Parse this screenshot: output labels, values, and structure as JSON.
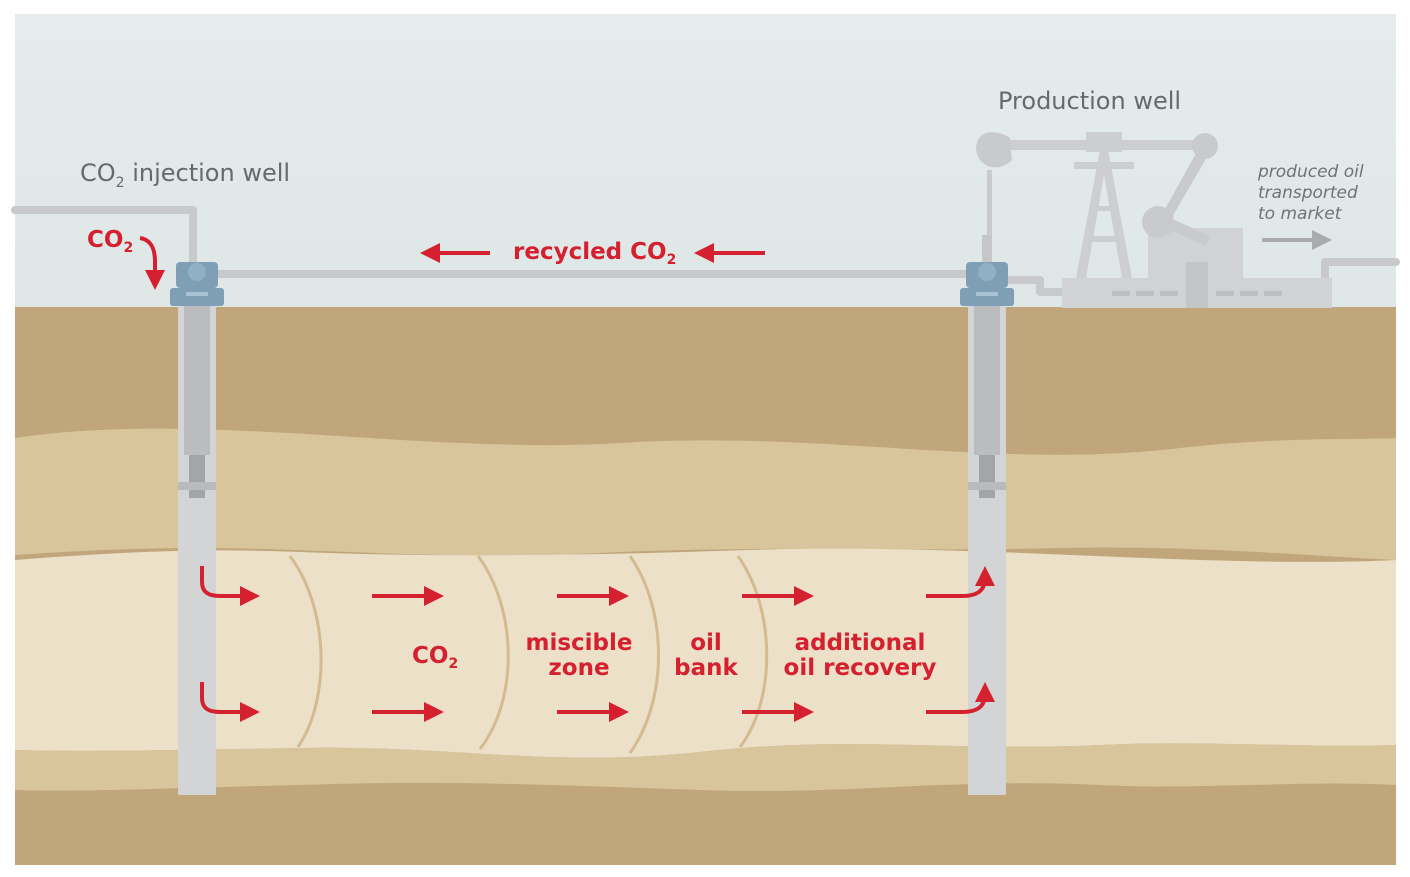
{
  "labels": {
    "injection_well_prefix": "CO",
    "injection_well_sub": "2",
    "injection_well_suffix": " injection well",
    "production_well": "Production well",
    "co2_input_prefix": "CO",
    "co2_input_sub": "2",
    "recycled_prefix": "recycled CO",
    "recycled_sub": "2",
    "produced_oil_line1": "produced oil",
    "produced_oil_line2": "transported",
    "produced_oil_line3": "to market",
    "zone_co2_prefix": "CO",
    "zone_co2_sub": "2",
    "miscible_line1": "miscible",
    "miscible_line2": "zone",
    "oil_bank_line1": "oil",
    "oil_bank_line2": "bank",
    "additional_line1": "additional",
    "additional_line2": "oil recovery"
  },
  "colors": {
    "sky": "#e4ebea",
    "soil_dark": "#c1a67b",
    "soil_mid": "#d8c59c",
    "reservoir": "#ece0c9",
    "accent_red": "#d4202f",
    "equipment_gray": "#cfd0d1",
    "wellhead_blue": "#7f9fb6"
  }
}
